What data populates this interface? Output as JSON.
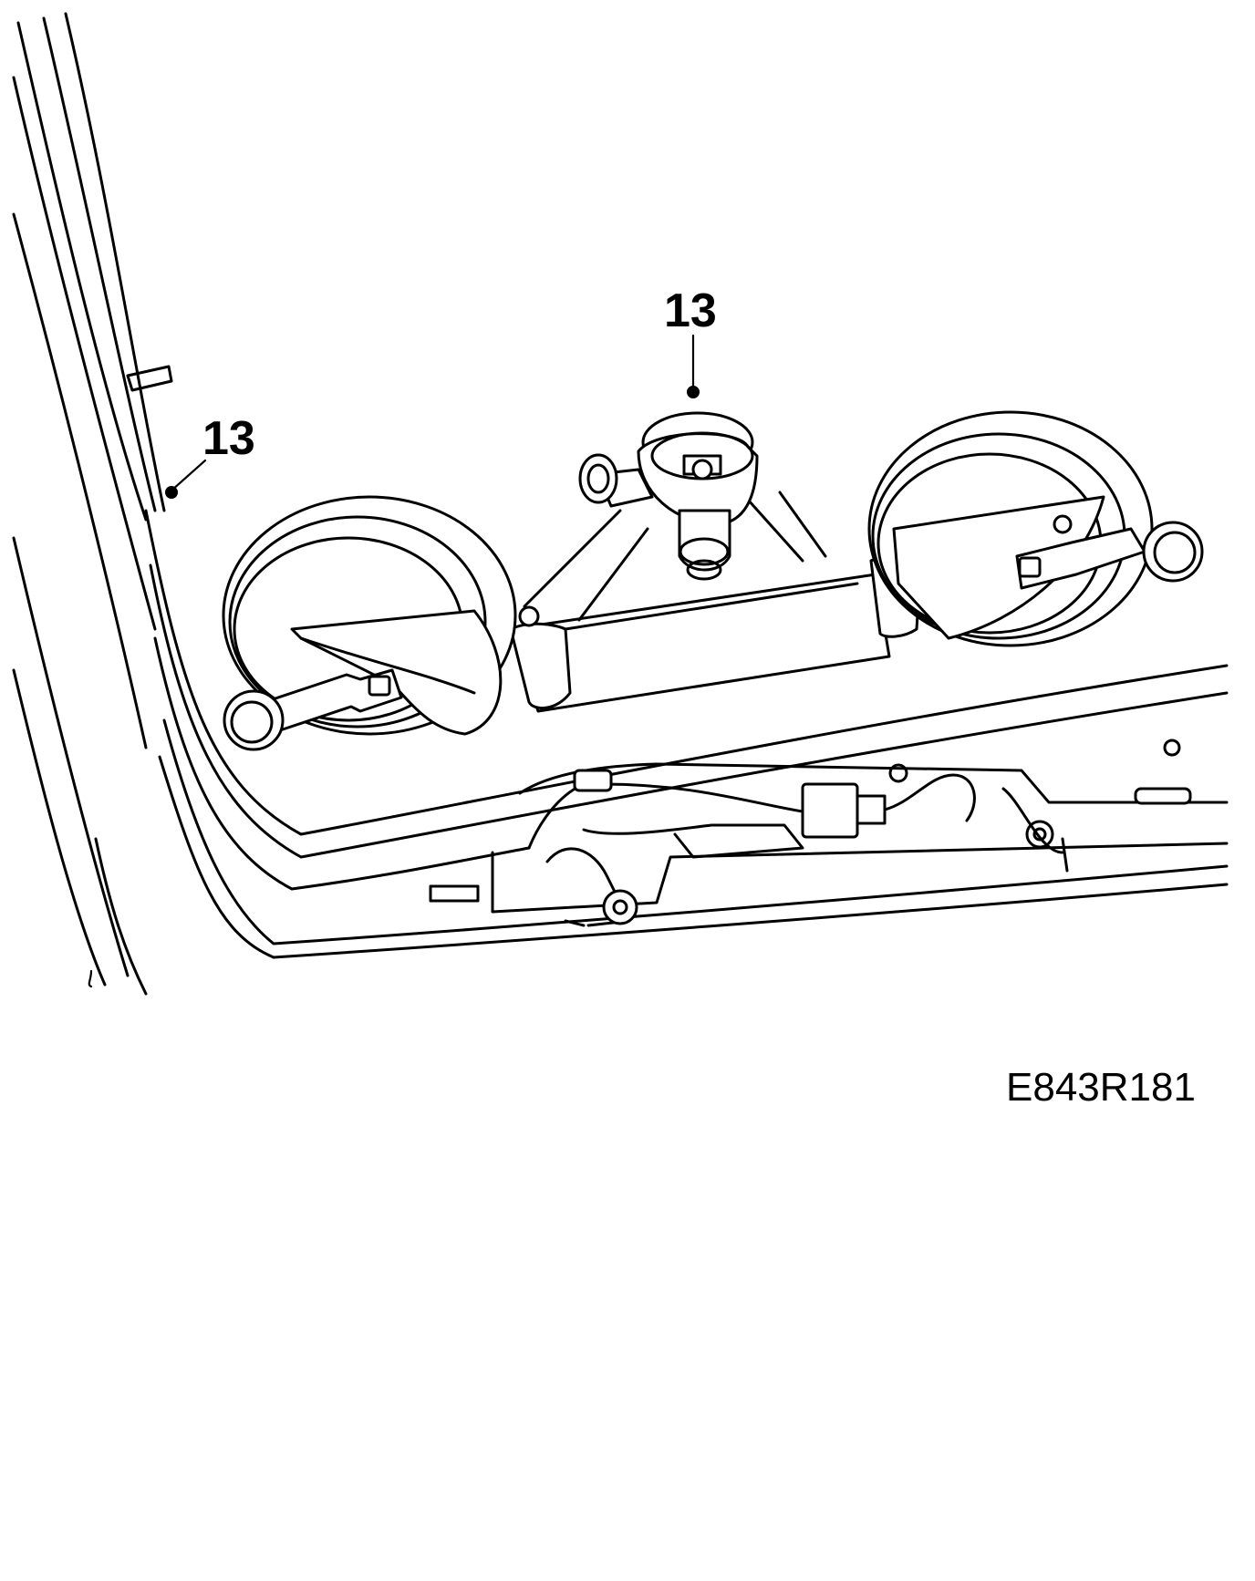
{
  "callouts": [
    {
      "id": "callout-left-horn",
      "label": "13"
    },
    {
      "id": "callout-center-pump",
      "label": "13"
    }
  ],
  "figure_reference": "E843R181"
}
